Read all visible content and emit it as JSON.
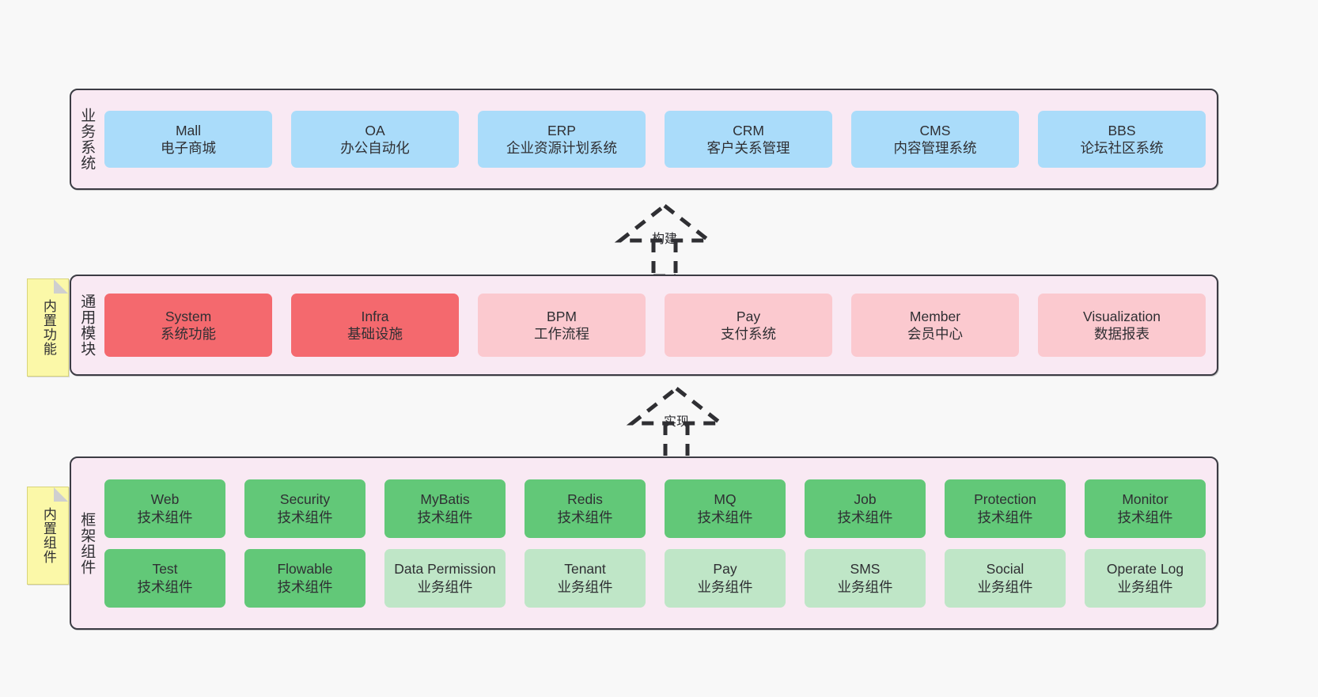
{
  "diagram": {
    "background_color": "#f8f8f8",
    "layer_fill": "#f9e9f3",
    "layer_border": "#3c3c44",
    "note_color": "#fbf8a8"
  },
  "notes": [
    {
      "label": "内置功能",
      "name": "builtin-functions"
    },
    {
      "label": "内置组件",
      "name": "builtin-components"
    }
  ],
  "connectors": [
    {
      "label": "构建",
      "name": "build"
    },
    {
      "label": "实现",
      "name": "implement"
    }
  ],
  "layers": [
    {
      "id": "business",
      "title": "业务系统",
      "rows": [
        {
          "nodes": [
            {
              "t1": "Mall",
              "t2": "电子商城",
              "color": "#aadcfa",
              "style": "blue"
            },
            {
              "t1": "OA",
              "t2": "办公自动化",
              "color": "#aadcfa",
              "style": "blue"
            },
            {
              "t1": "ERP",
              "t2": "企业资源计划系统",
              "color": "#aadcfa",
              "style": "blue"
            },
            {
              "t1": "CRM",
              "t2": "客户关系管理",
              "color": "#aadcfa",
              "style": "blue"
            },
            {
              "t1": "CMS",
              "t2": "内容管理系统",
              "color": "#aadcfa",
              "style": "blue"
            },
            {
              "t1": "BBS",
              "t2": "论坛社区系统",
              "color": "#aadcfa",
              "style": "blue"
            }
          ]
        }
      ]
    },
    {
      "id": "common",
      "title": "通用模块",
      "rows": [
        {
          "nodes": [
            {
              "t1": "System",
              "t2": "系统功能",
              "color": "#f4696e",
              "style": "red-strong"
            },
            {
              "t1": "Infra",
              "t2": "基础设施",
              "color": "#f4696e",
              "style": "red-strong"
            },
            {
              "t1": "BPM",
              "t2": "工作流程",
              "color": "#fbc9cf",
              "style": "red-soft"
            },
            {
              "t1": "Pay",
              "t2": "支付系统",
              "color": "#fbc9cf",
              "style": "red-soft"
            },
            {
              "t1": "Member",
              "t2": "会员中心",
              "color": "#fbc9cf",
              "style": "red-soft"
            },
            {
              "t1": "Visualization",
              "t2": "数据报表",
              "color": "#fbc9cf",
              "style": "red-soft"
            }
          ]
        }
      ]
    },
    {
      "id": "framework",
      "title": "框架组件",
      "rows": [
        {
          "nodes": [
            {
              "t1": "Web",
              "t2": "技术组件",
              "color": "#62c878",
              "style": "green-strong"
            },
            {
              "t1": "Security",
              "t2": "技术组件",
              "color": "#62c878",
              "style": "green-strong"
            },
            {
              "t1": "MyBatis",
              "t2": "技术组件",
              "color": "#62c878",
              "style": "green-strong"
            },
            {
              "t1": "Redis",
              "t2": "技术组件",
              "color": "#62c878",
              "style": "green-strong"
            },
            {
              "t1": "MQ",
              "t2": "技术组件",
              "color": "#62c878",
              "style": "green-strong"
            },
            {
              "t1": "Job",
              "t2": "技术组件",
              "color": "#62c878",
              "style": "green-strong"
            },
            {
              "t1": "Protection",
              "t2": "技术组件",
              "color": "#62c878",
              "style": "green-strong"
            },
            {
              "t1": "Monitor",
              "t2": "技术组件",
              "color": "#62c878",
              "style": "green-strong"
            }
          ]
        },
        {
          "nodes": [
            {
              "t1": "Test",
              "t2": "技术组件",
              "color": "#62c878",
              "style": "green-strong"
            },
            {
              "t1": "Flowable",
              "t2": "技术组件",
              "color": "#62c878",
              "style": "green-strong"
            },
            {
              "t1": "Data Permission",
              "t2": "业务组件",
              "color": "#bfe6c7",
              "style": "green-soft",
              "wrap": true
            },
            {
              "t1": "Tenant",
              "t2": "业务组件",
              "color": "#bfe6c7",
              "style": "green-soft"
            },
            {
              "t1": "Pay",
              "t2": "业务组件",
              "color": "#bfe6c7",
              "style": "green-soft"
            },
            {
              "t1": "SMS",
              "t2": "业务组件",
              "color": "#bfe6c7",
              "style": "green-soft"
            },
            {
              "t1": "Social",
              "t2": "业务组件",
              "color": "#bfe6c7",
              "style": "green-soft"
            },
            {
              "t1": "Operate Log",
              "t2": "业务组件",
              "color": "#bfe6c7",
              "style": "green-soft"
            }
          ]
        }
      ]
    }
  ]
}
